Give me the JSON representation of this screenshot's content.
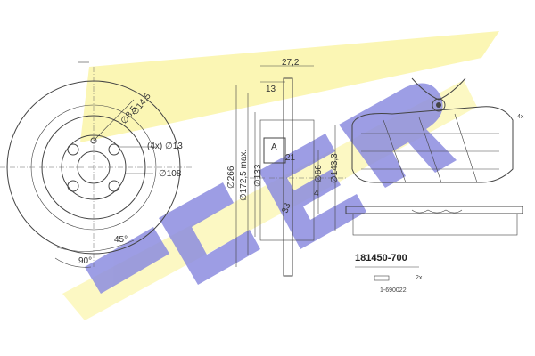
{
  "brand": {
    "watermark_text": "ICER",
    "watermark_color": "#fbf6b4",
    "accent_color": "#8c8de0"
  },
  "disc_front": {
    "dimensions": {
      "hole_dia": "∅8,5",
      "hole_circle": "∅14,5",
      "bolt_holes": "(4x) ∅13",
      "pcd": "∅108",
      "angle_45": "45°",
      "angle_90": "90°"
    }
  },
  "disc_side": {
    "dimensions": {
      "total_width": "27,2",
      "hub_width": "13",
      "outer_dia": "∅266",
      "max_dia": "∅172,5 max.",
      "hub_dia": "∅133",
      "rib": "21",
      "center_dia": "∅66",
      "inner_dia": "∅143,3",
      "thickness": "4",
      "min_thick": "33",
      "datum": "A"
    }
  },
  "pad": {
    "multiplier": "4x"
  },
  "part_info": {
    "part_number": "181450-700",
    "sub_qty": "2x",
    "sub_part": "1-690022"
  }
}
